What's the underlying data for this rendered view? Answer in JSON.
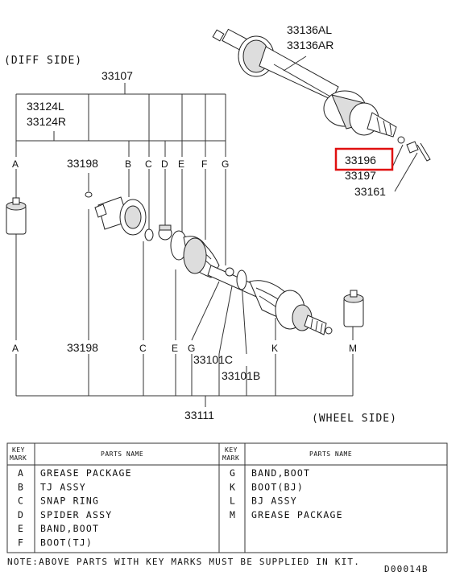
{
  "labels": {
    "diff_side": "(DIFF SIDE)",
    "wheel_side": "(WHEEL SIDE)",
    "p33136al": "33136AL",
    "p33136ar": "33136AR",
    "p33107": "33107",
    "p33124l": "33124L",
    "p33124r": "33124R",
    "p33198_top": "33198",
    "p33198_bot": "33198",
    "p33196": "33196",
    "p33197": "33197",
    "p33161": "33161",
    "p33101c": "33101C",
    "p33101b": "33101B",
    "p33111": "33111"
  },
  "keys_top": {
    "a": "A",
    "b": "B",
    "c": "C",
    "d": "D",
    "e": "E",
    "f": "F",
    "g": "G"
  },
  "keys_bot": {
    "a": "A",
    "c": "C",
    "e": "E",
    "g": "G",
    "k": "K",
    "m": "M"
  },
  "table": {
    "header": {
      "key": "KEY",
      "mark": "MARK",
      "parts": "PARTS NAME"
    },
    "left": [
      {
        "key": "A",
        "name": "GREASE PACKAGE"
      },
      {
        "key": "B",
        "name": "TJ ASSY"
      },
      {
        "key": "C",
        "name": "SNAP RING"
      },
      {
        "key": "D",
        "name": "SPIDER ASSY"
      },
      {
        "key": "E",
        "name": "BAND,BOOT"
      },
      {
        "key": "F",
        "name": "BOOT(TJ)"
      }
    ],
    "right": [
      {
        "key": "G",
        "name": "BAND,BOOT"
      },
      {
        "key": "K",
        "name": "BOOT(BJ)"
      },
      {
        "key": "L",
        "name": "BJ ASSY"
      },
      {
        "key": "M",
        "name": "GREASE PACKAGE"
      }
    ]
  },
  "note": "NOTE:ABOVE PARTS WITH KEY MARKS MUST BE SUPPLIED IN KIT.",
  "drawing_code": "D00014B",
  "highlight_color": "#e01010"
}
